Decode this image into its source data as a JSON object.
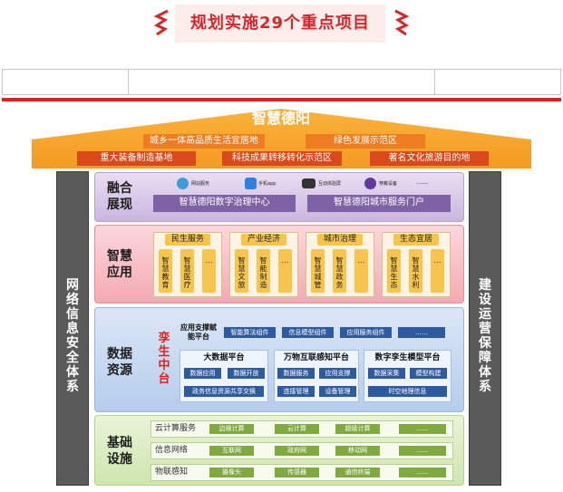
{
  "title": "规划实施29个重点项目",
  "roof": {
    "title": "智慧德阳",
    "row1": [
      "城乡一体高品质生活宜居地",
      "绿色发展示范区"
    ],
    "row2": [
      "重大装备制造基地",
      "科技成果转移转化示范区",
      "著名文化旅游目的地"
    ]
  },
  "pillars": {
    "left": "网络信息安全体系",
    "right": "建设运营保障体系"
  },
  "layer1": {
    "label": "融合展现",
    "apps": [
      {
        "label": "网站服务",
        "icon": "globe-icon"
      },
      {
        "label": "手机app",
        "icon": "app-icon"
      },
      {
        "label": "互动体验屏",
        "icon": "screen-icon"
      },
      {
        "label": "穿戴设备",
        "icon": "wearable-icon"
      },
      {
        "label": "……",
        "icon": ""
      }
    ],
    "portals": [
      "智慧德阳数字治理中心",
      "智慧德阳城市服务门户"
    ]
  },
  "layer2": {
    "label": "智慧应用",
    "groups": [
      {
        "head": "民生服务",
        "items": [
          "智慧教育",
          "智慧医疗",
          "…"
        ]
      },
      {
        "head": "产业经济",
        "items": [
          "智慧文旅",
          "智能制造",
          "…"
        ]
      },
      {
        "head": "城市治理",
        "items": [
          "智慧城管",
          "智慧政务",
          "…"
        ]
      },
      {
        "head": "生态宜居",
        "items": [
          "智慧生态",
          "智慧水利",
          "…"
        ]
      }
    ]
  },
  "layer3": {
    "label": "数据资源",
    "side": "孪生中台",
    "support_label": "应用支撑赋能平台",
    "support_items": [
      "智能算法组件",
      "信息模型组件",
      "应用服务组件",
      "……"
    ],
    "platforms": [
      {
        "title": "大数据平台",
        "items": [
          "数据应用",
          "数据开放",
          "政务信息资源共享交换"
        ]
      },
      {
        "title": "万物互联感知平台",
        "items": [
          "数据服务",
          "应用支撑",
          "连接管理",
          "设备管理"
        ]
      },
      {
        "title": "数字孪生模型平台",
        "items": [
          "数据采集",
          "模型构建",
          "时空地理信息"
        ]
      }
    ]
  },
  "layer4": {
    "label": "基础设施",
    "rows": [
      {
        "label": "云计算服务",
        "items": [
          "边缘计算",
          "云计算",
          "超级计算",
          "……"
        ]
      },
      {
        "label": "信息网络",
        "items": [
          "互联网",
          "政府网",
          "移动网",
          "……"
        ]
      },
      {
        "label": "物联感知",
        "items": [
          "摄像头",
          "传感器",
          "通信终端",
          "……"
        ]
      }
    ]
  }
}
